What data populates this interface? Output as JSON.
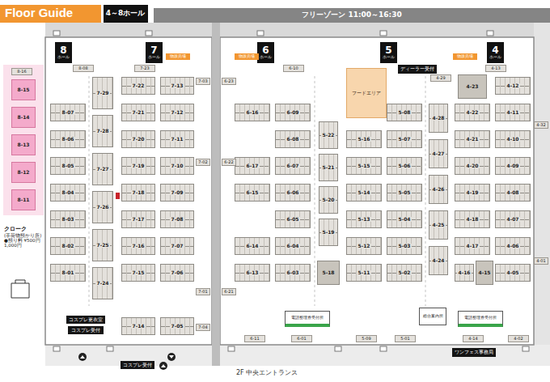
{
  "diagram": {
    "title": "Floor Guide",
    "nodes": [
      {
        "text": [
          "4～8ホール"
        ]
      },
      {
        "text": [
          "フリーゾーン 11:00～16:30"
        ]
      },
      {
        "text": [
          "8",
          "ホール"
        ]
      },
      {
        "text": [
          "7",
          "ホール"
        ]
      },
      {
        "text": [
          "6",
          "ホール"
        ]
      },
      {
        "text": [
          "5",
          "ホール"
        ]
      },
      {
        "text": [
          "4",
          "ホール"
        ]
      },
      {
        "text": [
          "物販売場"
        ]
      },
      {
        "text": [
          "物販売場"
        ]
      },
      {
        "text": [
          "物販売場"
        ]
      },
      {
        "text": [
          "ディーラー受付"
        ]
      },
      {
        "text": [
          "フードエリア"
        ]
      },
      {
        "text": [
          "8-08"
        ]
      },
      {
        "text": [
          "7-23"
        ]
      },
      {
        "text": [
          "7-03"
        ]
      },
      {
        "text": [
          "6-23"
        ]
      },
      {
        "text": [
          "6-10"
        ]
      },
      {
        "text": [
          "4-29"
        ]
      },
      {
        "text": [
          "4-13"
        ]
      },
      {
        "text": [
          "8-16"
        ]
      },
      {
        "text": [
          "8-15"
        ]
      },
      {
        "text": [
          "8-14"
        ]
      },
      {
        "text": [
          "8-13"
        ]
      },
      {
        "text": [
          "8-12"
        ]
      },
      {
        "text": [
          "8-11"
        ]
      },
      {
        "text": [
          "8-07"
        ]
      },
      {
        "text": [
          "8-06"
        ]
      },
      {
        "text": [
          "8-05"
        ]
      },
      {
        "text": [
          "8-04"
        ]
      },
      {
        "text": [
          "8-03"
        ]
      },
      {
        "text": [
          "8-02"
        ]
      },
      {
        "text": [
          "8-01"
        ]
      },
      {
        "text": [
          "7-29"
        ]
      },
      {
        "text": [
          "7-28"
        ]
      },
      {
        "text": [
          "7-27"
        ]
      },
      {
        "text": [
          "7-26"
        ]
      },
      {
        "text": [
          "7-25"
        ]
      },
      {
        "text": [
          "7-24"
        ]
      },
      {
        "text": [
          "7-22"
        ]
      },
      {
        "text": [
          "7-21"
        ]
      },
      {
        "text": [
          "7-20"
        ]
      },
      {
        "text": [
          "7-19"
        ]
      },
      {
        "text": [
          "7-18"
        ]
      },
      {
        "text": [
          "7-17"
        ]
      },
      {
        "text": [
          "7-16"
        ]
      },
      {
        "text": [
          "7-15"
        ]
      },
      {
        "text": [
          "7-14"
        ]
      },
      {
        "text": [
          "7-13"
        ]
      },
      {
        "text": [
          "7-12"
        ]
      },
      {
        "text": [
          "7-11"
        ]
      },
      {
        "text": [
          "7-10"
        ]
      },
      {
        "text": [
          "7-09"
        ]
      },
      {
        "text": [
          "7-08"
        ]
      },
      {
        "text": [
          "7-07"
        ]
      },
      {
        "text": [
          "7-06"
        ]
      },
      {
        "text": [
          "7-05"
        ]
      },
      {
        "text": [
          "7-02"
        ]
      },
      {
        "text": [
          "7-01"
        ]
      },
      {
        "text": [
          "7-04"
        ]
      },
      {
        "text": [
          "6-16"
        ]
      },
      {
        "text": [
          "6-17"
        ]
      },
      {
        "text": [
          "6-15"
        ]
      },
      {
        "text": [
          "6-14"
        ]
      },
      {
        "text": [
          "6-13"
        ]
      },
      {
        "text": [
          "6-09"
        ]
      },
      {
        "text": [
          "6-08"
        ]
      },
      {
        "text": [
          "6-07"
        ]
      },
      {
        "text": [
          "6-06"
        ]
      },
      {
        "text": [
          "6-05"
        ]
      },
      {
        "text": [
          "6-04"
        ]
      },
      {
        "text": [
          "6-03"
        ]
      },
      {
        "text": [
          "6-22"
        ]
      },
      {
        "text": [
          "6-21"
        ]
      },
      {
        "text": [
          "6-11"
        ]
      },
      {
        "text": [
          "6-01"
        ]
      },
      {
        "text": [
          "5-22"
        ]
      },
      {
        "text": [
          "5-21"
        ]
      },
      {
        "text": [
          "5-20"
        ]
      },
      {
        "text": [
          "5-19"
        ]
      },
      {
        "text": [
          "5-18"
        ]
      },
      {
        "text": [
          "5-16"
        ]
      },
      {
        "text": [
          "5-15"
        ]
      },
      {
        "text": [
          "5-14"
        ]
      },
      {
        "text": [
          "5-13"
        ]
      },
      {
        "text": [
          "5-12"
        ]
      },
      {
        "text": [
          "5-11"
        ]
      },
      {
        "text": [
          "5-08"
        ]
      },
      {
        "text": [
          "5-07"
        ]
      },
      {
        "text": [
          "5-06"
        ]
      },
      {
        "text": [
          "5-05"
        ]
      },
      {
        "text": [
          "5-04"
        ]
      },
      {
        "text": [
          "5-03"
        ]
      },
      {
        "text": [
          "5-02"
        ]
      },
      {
        "text": [
          "5-09"
        ]
      },
      {
        "text": [
          "5-01"
        ]
      },
      {
        "text": [
          "4-28"
        ]
      },
      {
        "text": [
          "4-27"
        ]
      },
      {
        "text": [
          "4-26"
        ]
      },
      {
        "text": [
          "4-25"
        ]
      },
      {
        "text": [
          "4-24"
        ]
      },
      {
        "text": [
          "4-23"
        ]
      },
      {
        "text": [
          "4-22"
        ]
      },
      {
        "text": [
          "4-21"
        ]
      },
      {
        "text": [
          "4-20"
        ]
      },
      {
        "text": [
          "4-19"
        ]
      },
      {
        "text": [
          "4-18"
        ]
      },
      {
        "text": [
          "4-17"
        ]
      },
      {
        "text": [
          "4-16"
        ]
      },
      {
        "text": [
          "4-15"
        ]
      },
      {
        "text": [
          "4-12"
        ]
      },
      {
        "text": [
          "4-11"
        ]
      },
      {
        "text": [
          "4-10"
        ]
      },
      {
        "text": [
          "4-09"
        ]
      },
      {
        "text": [
          "4-08"
        ]
      },
      {
        "text": [
          "4-07"
        ]
      },
      {
        "text": [
          "4-06"
        ]
      },
      {
        "text": [
          "4-05"
        ]
      },
      {
        "text": [
          "4-32"
        ]
      },
      {
        "text": [
          "4-01"
        ]
      },
      {
        "text": [
          "4-14"
        ]
      },
      {
        "text": [
          "4-02"
        ]
      },
      {
        "text": [
          "クローク",
          "(手荷物預かり所)",
          "●預り料 ¥500円",
          "1,000円"
        ]
      },
      {
        "text": [
          "コスプレ更衣室"
        ]
      },
      {
        "text": [
          "コスプレ受付"
        ]
      },
      {
        "text": [
          "コスプレ受付"
        ]
      },
      {
        "text": [
          "電話整理券受付所"
        ]
      },
      {
        "text": [
          "総合案内所"
        ]
      },
      {
        "text": [
          "電話整理券受付所"
        ]
      },
      {
        "text": [
          "ワンフェス事務局"
        ]
      }
    ],
    "labels": [
      "2F 中央エントランス"
    ]
  }
}
